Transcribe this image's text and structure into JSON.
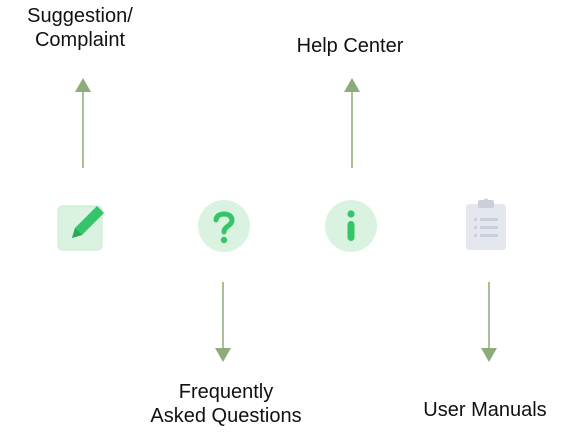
{
  "labels": {
    "suggestion_line1": "Suggestion/",
    "suggestion_line2": "Complaint",
    "help_center": "Help Center",
    "faq_line1": "Frequently",
    "faq_line2": "Asked Questions",
    "user_manuals": "User Manuals"
  },
  "icons": {
    "suggestion": "edit-icon",
    "faq": "question-icon",
    "help_center": "info-icon",
    "user_manuals": "clipboard-icon"
  },
  "colors": {
    "icon_green": "#35c46a",
    "icon_bg_green": "#d9f3e0",
    "arrow_green": "#a9bf98",
    "clipboard_gray": "#e4e8ee"
  }
}
